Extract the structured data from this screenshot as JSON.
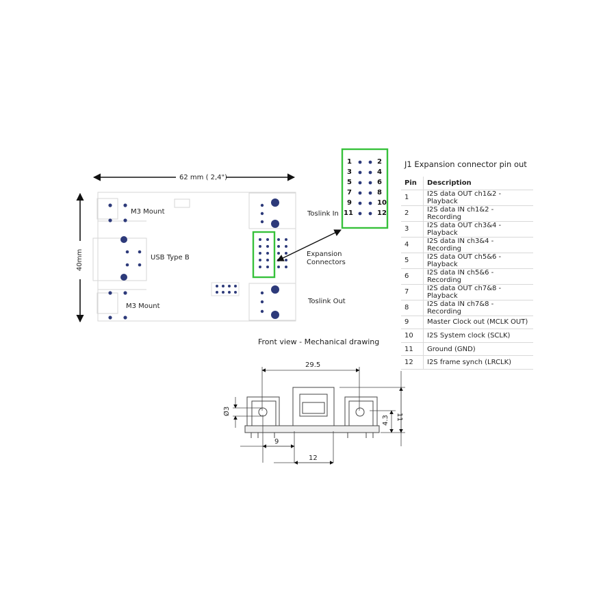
{
  "board": {
    "width_label": "62 mm ( 2,4\")",
    "height_label": "40mm",
    "m3_mount_top": "M3 Mount",
    "m3_mount_bottom": "M3 Mount",
    "usb_label": "USB Type B",
    "toslink_in": "Toslink In",
    "toslink_out": "Toslink Out",
    "expansion_line1": "Expansion",
    "expansion_line2": "Connectors",
    "caption": "Front view - Mechanical drawing"
  },
  "connector_zoom": {
    "left_numbers": [
      "1",
      "3",
      "5",
      "7",
      "9",
      "11"
    ],
    "right_numbers": [
      "2",
      "4",
      "6",
      "8",
      "10",
      "12"
    ],
    "highlight_color": "#36c13a"
  },
  "pinout": {
    "title": "J1 Expansion connector pin out",
    "headers": [
      "Pin",
      "Description"
    ],
    "rows": [
      [
        "1",
        "I2S data OUT ch1&2 - Playback"
      ],
      [
        "2",
        "I2S data IN ch1&2 - Recording"
      ],
      [
        "3",
        "I2S data OUT ch3&4 - Playback"
      ],
      [
        "4",
        "I2S data IN ch3&4 - Recording"
      ],
      [
        "5",
        "I2S data OUT ch5&6 - Playback"
      ],
      [
        "6",
        "I2S data IN ch5&6 - Recording"
      ],
      [
        "7",
        "I2S data OUT ch7&8 - Playback"
      ],
      [
        "8",
        "I2S data IN ch7&8 - Recording"
      ],
      [
        "9",
        "Master Clock out (MCLK OUT)"
      ],
      [
        "10",
        "I2S System clock (SCLK)"
      ],
      [
        "11",
        "Ground (GND)"
      ],
      [
        "12",
        "I2S frame synch (LRCLK)"
      ]
    ]
  },
  "front_view": {
    "dim_29_5": "29.5",
    "dim_3": "Ø3",
    "dim_9": "9",
    "dim_12": "12",
    "dim_4_3": "4.3",
    "dim_11": "11"
  }
}
